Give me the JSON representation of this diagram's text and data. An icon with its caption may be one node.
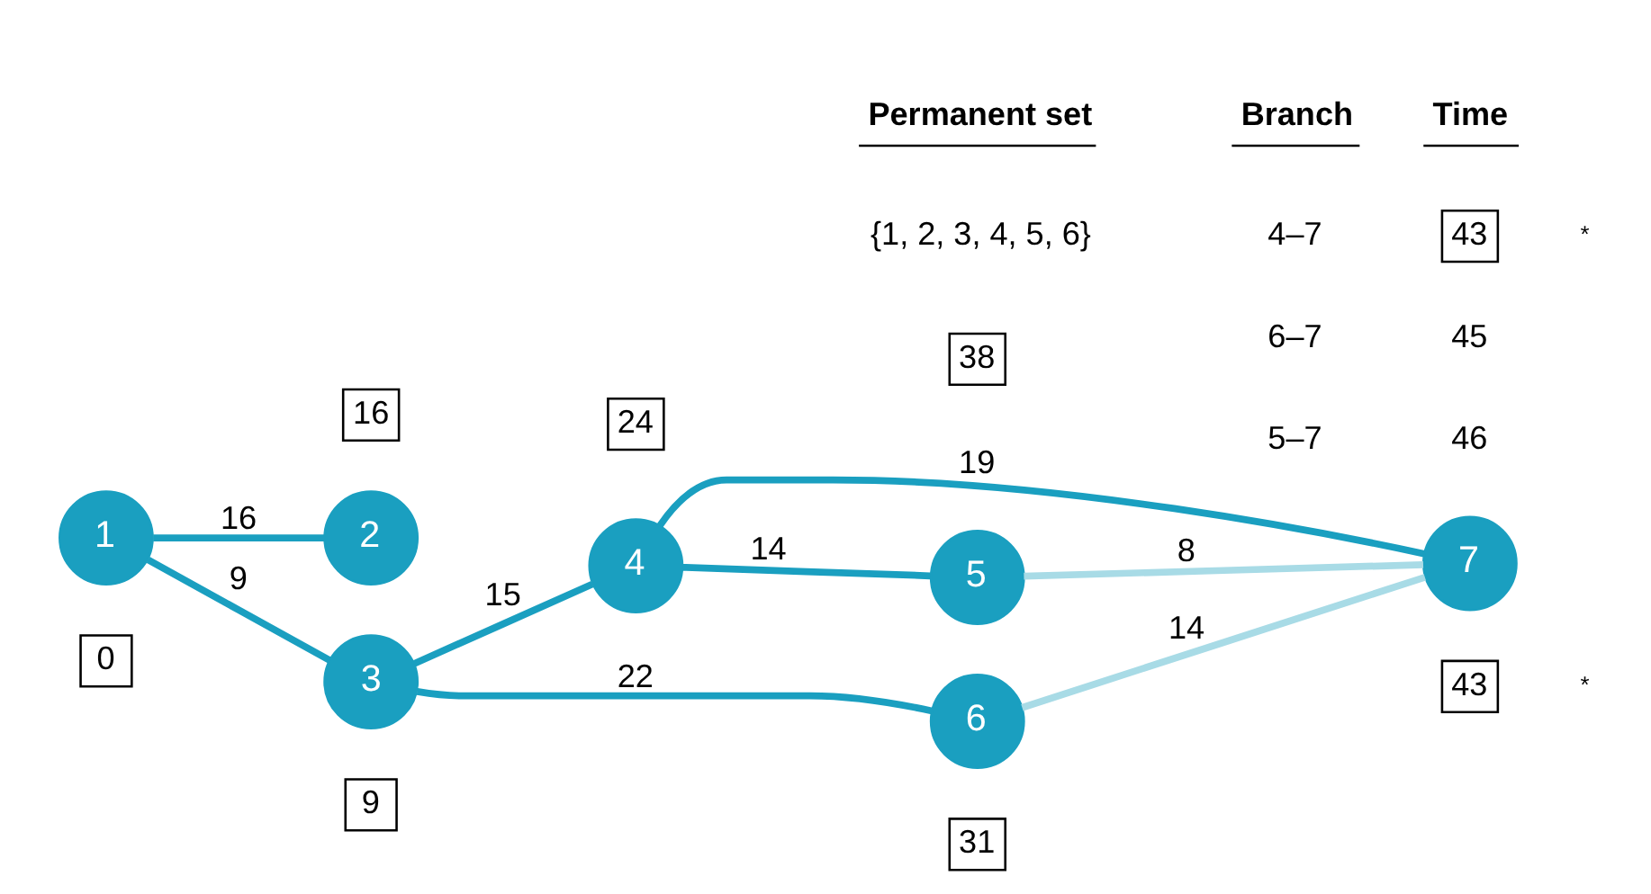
{
  "diagram": {
    "nodes": [
      {
        "text": [
          "1"
        ]
      },
      {
        "text": [
          "2"
        ]
      },
      {
        "text": [
          "3"
        ]
      },
      {
        "text": [
          "4"
        ]
      },
      {
        "text": [
          "5"
        ]
      },
      {
        "text": [
          "6"
        ]
      },
      {
        "text": [
          "7"
        ]
      },
      {
        "text": [
          "16"
        ]
      },
      {
        "text": [
          "38"
        ]
      },
      {
        "text": [
          "24"
        ]
      },
      {
        "text": [
          "0"
        ]
      },
      {
        "text": [
          "43"
        ],
        "beside": [
          "*"
        ]
      },
      {
        "text": [
          "9"
        ]
      },
      {
        "text": [
          "31"
        ]
      },
      {
        "text": [
          "43"
        ],
        "beside": [
          "*"
        ]
      }
    ],
    "edges": [
      {
        "from": 0,
        "to": 1,
        "arrow": "none",
        "label": "16"
      },
      {
        "from": 0,
        "to": 2,
        "arrow": "none",
        "label": "9"
      },
      {
        "from": 2,
        "to": 3,
        "arrow": "none",
        "label": "15"
      },
      {
        "from": 2,
        "to": 5,
        "arrow": "none",
        "label": "22"
      },
      {
        "from": 3,
        "to": 4,
        "arrow": "none",
        "label": "14"
      },
      {
        "from": 3,
        "to": 6,
        "arrow": "none",
        "label": "19"
      },
      {
        "from": 4,
        "to": 6,
        "arrow": "none",
        "label": "8",
        "color": "#a8dbe6"
      },
      {
        "from": 5,
        "to": 6,
        "arrow": "none",
        "label": "14",
        "color": "#a8dbe6"
      }
    ],
    "labels": [
      "Permanent set",
      "Branch",
      "Time",
      "{1, 2, 3, 4, 5, 6}",
      "4–7",
      "6–7",
      "45",
      "5–7",
      "46"
    ]
  }
}
